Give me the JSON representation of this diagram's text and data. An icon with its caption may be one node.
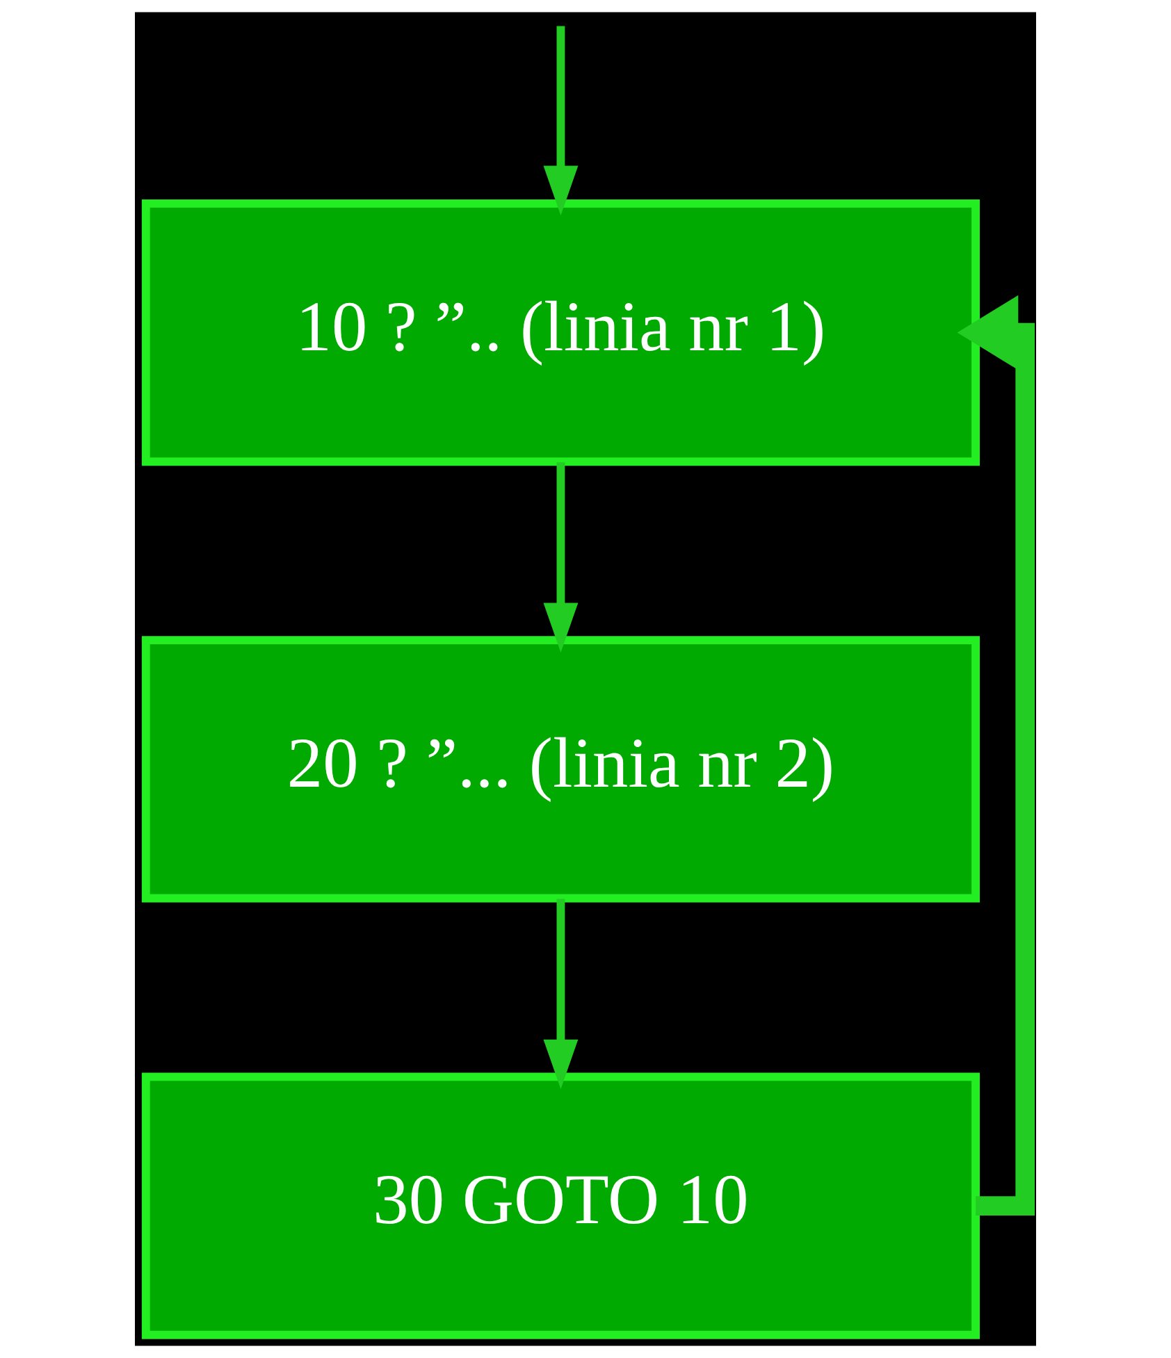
{
  "diagram": {
    "nodes": [
      {
        "text": [
          "10 ? ”.. (linia nr 1)"
        ]
      },
      {
        "text": [
          "20 ? ”... (linia nr 2)"
        ]
      },
      {
        "text": [
          "30 GOTO 10"
        ]
      }
    ],
    "edges": [
      {
        "from": null,
        "to": 0,
        "arrow": "to"
      },
      {
        "from": 0,
        "to": 1,
        "arrow": "to"
      },
      {
        "from": 1,
        "to": 2,
        "arrow": "to"
      },
      {
        "from": 2,
        "to": 0,
        "arrow": "to",
        "style": "thick"
      }
    ]
  }
}
